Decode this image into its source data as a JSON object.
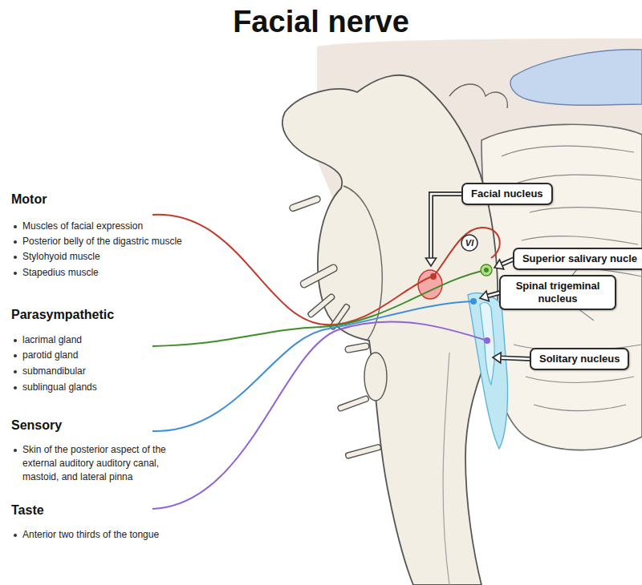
{
  "diagram": {
    "title": "Facial nerve",
    "nodes": [
      {
        "text": [
          "Facial nucleus"
        ]
      },
      {
        "text": [
          "VI"
        ]
      },
      {
        "text": [
          "Superior salivary nucle"
        ]
      },
      {
        "text": [
          "Spinal trigeminal nucleus"
        ]
      },
      {
        "text": [
          "Solitary nucleus"
        ]
      }
    ],
    "labels": [
      "Motor",
      "Muscles of facial expression",
      "Posterior belly of the digastric muscle",
      "Stylohyoid muscle",
      "Stapedius muscle",
      "Parasympathetic",
      "lacrimal gland",
      "parotid gland",
      "submandibular",
      "sublingual glands",
      "Sensory",
      "Skin of the posterior aspect of the external auditory auditory canal, mastoid, and lateral pinna",
      "Taste",
      "Anterior two thirds of the tongue"
    ]
  }
}
